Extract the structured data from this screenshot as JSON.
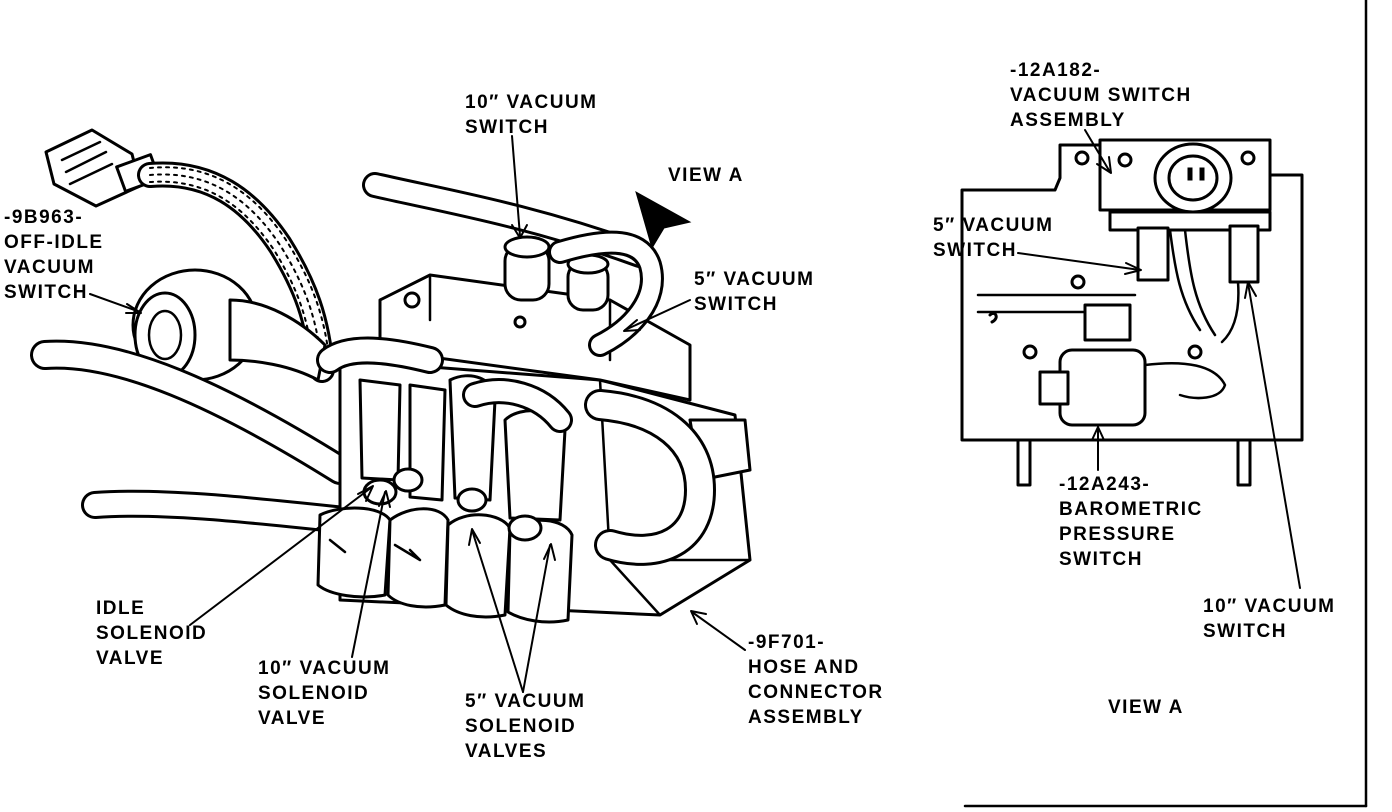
{
  "figure": {
    "main_view": {
      "labels": {
        "vac10_switch": [
          "10″ VACUUM",
          "SWITCH"
        ],
        "view_a": [
          "VIEW A"
        ],
        "off_idle": [
          "-9B963-",
          "OFF-IDLE",
          "VACUUM",
          "SWITCH"
        ],
        "vac5_switch": [
          "5″ VACUUM",
          "SWITCH"
        ],
        "idle_solenoid": [
          "IDLE",
          "SOLENOID",
          "VALVE"
        ],
        "vac10_solenoid": [
          "10″ VACUUM",
          "SOLENOID",
          "VALVE"
        ],
        "vac5_solenoids": [
          "5″ VACUUM",
          "SOLENOID",
          "VALVES"
        ],
        "hose_connector": [
          "-9F701-",
          "HOSE AND",
          "CONNECTOR",
          "ASSEMBLY"
        ]
      }
    },
    "view_a": {
      "labels": {
        "switch_assembly": [
          "-12A182-",
          "VACUUM SWITCH",
          "ASSEMBLY"
        ],
        "vac5_switch": [
          "5″ VACUUM",
          "SWITCH"
        ],
        "barometric": [
          "-12A243-",
          "BAROMETRIC",
          "PRESSURE",
          "SWITCH"
        ],
        "vac10_switch": [
          "10″ VACUUM",
          "SWITCH"
        ],
        "caption": [
          "VIEW A"
        ]
      }
    }
  }
}
